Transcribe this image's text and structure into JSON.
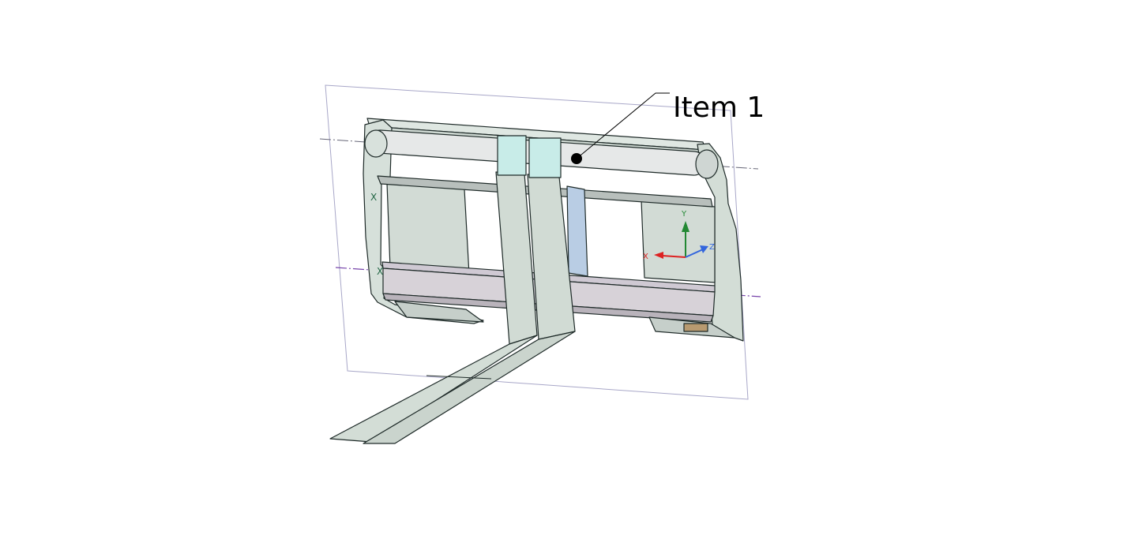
{
  "callout": {
    "label": "Item 1"
  },
  "triad": {
    "x_label": "X",
    "y_label": "Y",
    "z_label": "Z"
  },
  "colors": {
    "part_face": "#d3ddd6",
    "part_edge": "#1e2a28",
    "tube": "#e6e8e8",
    "bottom_bar": "#d7d2d8",
    "section_plane": "#a8a7c8",
    "centerline_gray": "#666677",
    "centerline_purple": "#7744aa",
    "axis_x": "#dd2222",
    "axis_y": "#228833",
    "axis_z": "#3366dd"
  }
}
